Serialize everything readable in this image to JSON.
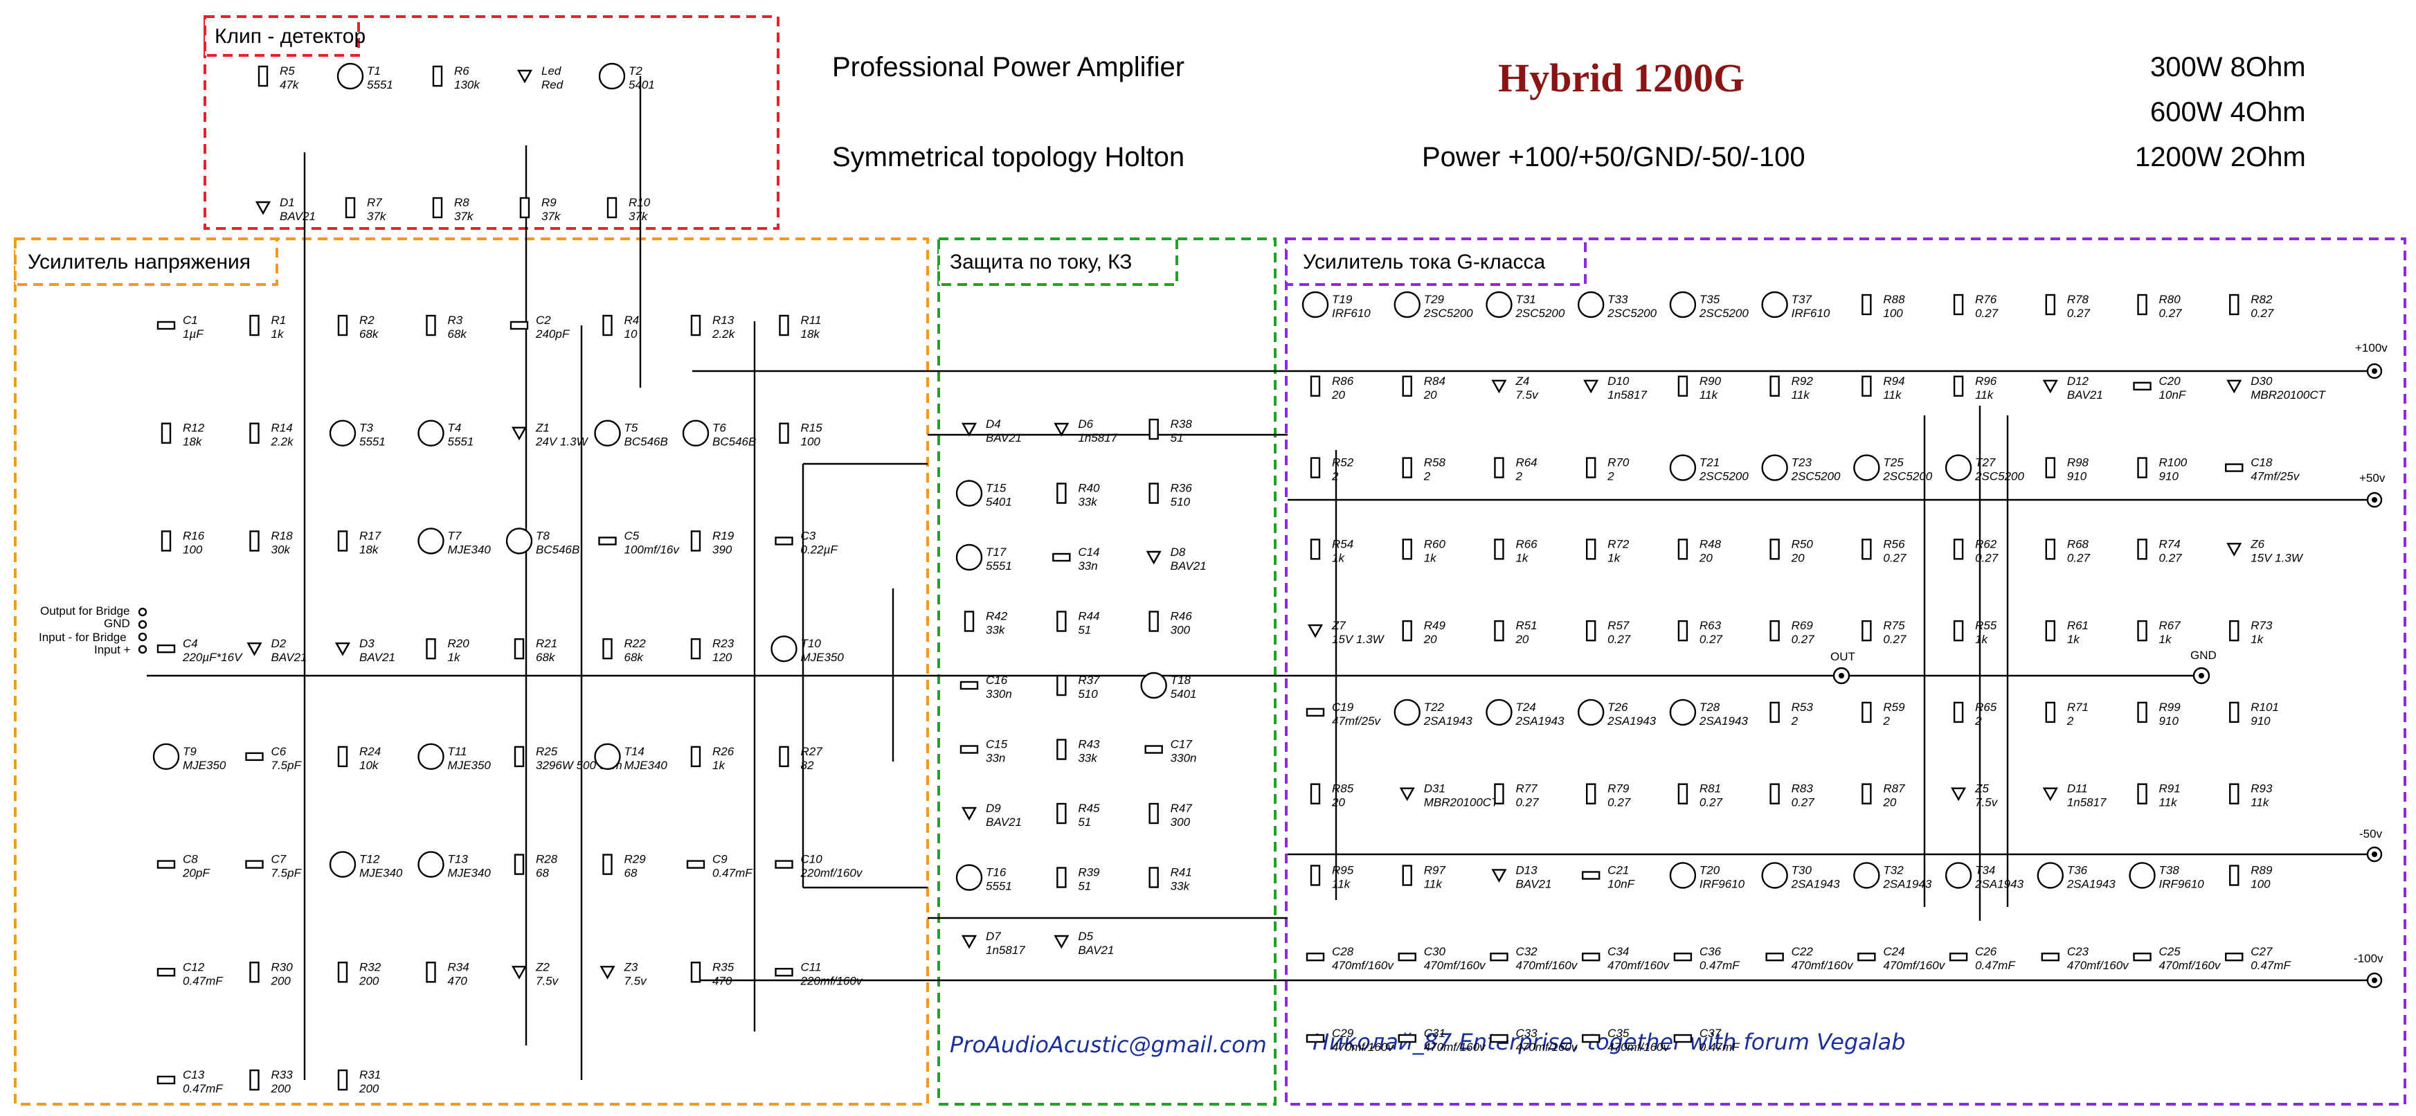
{
  "header": {
    "line1": "Professional Power Amplifier",
    "line2": "Symmetrical topology Holton",
    "title": "Hybrid 1200G",
    "power": "Power +100/+50/GND/-50/-100",
    "ratings": [
      "300W 8Ohm",
      "600W 4Ohm",
      "1200W 2Ohm"
    ]
  },
  "blocks": {
    "clip": "Клип - детектор",
    "vamp": "Усилитель напряжения",
    "prot": "Защита по току, КЗ",
    "camp": "Усилитель тока G-класса"
  },
  "footer": {
    "email": "ProAudioAcustic@gmail.com",
    "credit": "Николай_87 Enterprise, together with forum Vegalab"
  },
  "inputs": [
    "Output for Bridge",
    "GND",
    "Input - for Bridge",
    "Input +"
  ],
  "rails": [
    "+100v",
    "+50v",
    "GND",
    "-50v",
    "-100v"
  ],
  "out_label": "OUT",
  "colors": {
    "clip_frame": "#e8212a",
    "vamp_frame": "#f29a1f",
    "prot_frame": "#21a12a",
    "camp_frame": "#8a2be2",
    "title": "#8b1515",
    "rating_hi": "#e8212a",
    "email": "#1a2f9c"
  },
  "labels": {
    "clip": [
      [
        "R5",
        "47k"
      ],
      [
        "T1",
        "5551"
      ],
      [
        "R6",
        "130k"
      ],
      [
        "Led",
        "Red"
      ],
      [
        "T2",
        "5401"
      ],
      [
        "D1",
        "BAV21"
      ],
      [
        "R7",
        "37k"
      ],
      [
        "R8",
        "37k"
      ],
      [
        "R9",
        "37k"
      ],
      [
        "R10",
        "37k"
      ]
    ],
    "vamp": [
      [
        "C1",
        "1µF"
      ],
      [
        "R1",
        "1k"
      ],
      [
        "R2",
        "68k"
      ],
      [
        "R3",
        "68k"
      ],
      [
        "C2",
        "240pF"
      ],
      [
        "R4",
        "10"
      ],
      [
        "R13",
        "2.2k"
      ],
      [
        "R11",
        "18k"
      ],
      [
        "R12",
        "18k"
      ],
      [
        "R14",
        "2.2k"
      ],
      [
        "T3",
        "5551"
      ],
      [
        "T4",
        "5551"
      ],
      [
        "Z1",
        "24V 1.3W"
      ],
      [
        "T5",
        "BC546B"
      ],
      [
        "T6",
        "BC546B"
      ],
      [
        "R15",
        "100"
      ],
      [
        "R16",
        "100"
      ],
      [
        "R18",
        "30k"
      ],
      [
        "R17",
        "18k"
      ],
      [
        "T7",
        "MJE340"
      ],
      [
        "T8",
        "BC546B"
      ],
      [
        "C5",
        "100mf/16v"
      ],
      [
        "R19",
        "390"
      ],
      [
        "C3",
        "0.22µF"
      ],
      [
        "C4",
        "220µF*16V"
      ],
      [
        "D2",
        "BAV21"
      ],
      [
        "D3",
        "BAV21"
      ],
      [
        "R20",
        "1k"
      ],
      [
        "R21",
        "68k"
      ],
      [
        "R22",
        "68k"
      ],
      [
        "R23",
        "120"
      ],
      [
        "T10",
        "MJE350"
      ],
      [
        "T9",
        "MJE350"
      ],
      [
        "C6",
        "7.5pF"
      ],
      [
        "R24",
        "10k"
      ],
      [
        "T11",
        "MJE350"
      ],
      [
        "R25",
        "3296W 500 ohm"
      ],
      [
        "T14",
        "MJE340"
      ],
      [
        "R26",
        "1k"
      ],
      [
        "R27",
        "82"
      ],
      [
        "C8",
        "20pF"
      ],
      [
        "C7",
        "7.5pF"
      ],
      [
        "T12",
        "MJE340"
      ],
      [
        "T13",
        "MJE340"
      ],
      [
        "R28",
        "68"
      ],
      [
        "R29",
        "68"
      ],
      [
        "C9",
        "0.47mF"
      ],
      [
        "C10",
        "220mf/160v"
      ],
      [
        "C12",
        "0.47mF"
      ],
      [
        "R30",
        "200"
      ],
      [
        "R32",
        "200"
      ],
      [
        "R34",
        "470"
      ],
      [
        "Z2",
        "7.5v"
      ],
      [
        "Z3",
        "7.5v"
      ],
      [
        "R35",
        "470"
      ],
      [
        "C11",
        "220mf/160v"
      ],
      [
        "C13",
        "0.47mF"
      ],
      [
        "R33",
        "200"
      ],
      [
        "R31",
        "200"
      ]
    ],
    "prot": [
      [
        "D4",
        "BAV21"
      ],
      [
        "D6",
        "1n5817"
      ],
      [
        "R38",
        "51"
      ],
      [
        "T15",
        "5401"
      ],
      [
        "R40",
        "33k"
      ],
      [
        "R36",
        "510"
      ],
      [
        "T17",
        "5551"
      ],
      [
        "C14",
        "33n"
      ],
      [
        "D8",
        "BAV21"
      ],
      [
        "R42",
        "33k"
      ],
      [
        "R44",
        "51"
      ],
      [
        "R46",
        "300"
      ],
      [
        "C16",
        "330n"
      ],
      [
        "R37",
        "510"
      ],
      [
        "T18",
        "5401"
      ],
      [
        "C15",
        "33n"
      ],
      [
        "R43",
        "33k"
      ],
      [
        "C17",
        "330n"
      ],
      [
        "D9",
        "BAV21"
      ],
      [
        "R45",
        "51"
      ],
      [
        "R47",
        "300"
      ],
      [
        "T16",
        "5551"
      ],
      [
        "R39",
        "51"
      ],
      [
        "R41",
        "33k"
      ],
      [
        "D7",
        "1n5817"
      ],
      [
        "D5",
        "BAV21"
      ]
    ],
    "camp": [
      [
        "T19",
        "IRF610"
      ],
      [
        "T29",
        "2SC5200"
      ],
      [
        "T31",
        "2SC5200"
      ],
      [
        "T33",
        "2SC5200"
      ],
      [
        "T35",
        "2SC5200"
      ],
      [
        "T37",
        "IRF610"
      ],
      [
        "R88",
        "100"
      ],
      [
        "R76",
        "0.27"
      ],
      [
        "R78",
        "0.27"
      ],
      [
        "R80",
        "0.27"
      ],
      [
        "R82",
        "0.27"
      ],
      [
        "R86",
        "20"
      ],
      [
        "R84",
        "20"
      ],
      [
        "Z4",
        "7.5v"
      ],
      [
        "D10",
        "1n5817"
      ],
      [
        "R90",
        "11k"
      ],
      [
        "R92",
        "11k"
      ],
      [
        "R94",
        "11k"
      ],
      [
        "R96",
        "11k"
      ],
      [
        "D12",
        "BAV21"
      ],
      [
        "C20",
        "10nF"
      ],
      [
        "D30",
        "MBR20100CT"
      ],
      [
        "R52",
        "2"
      ],
      [
        "R58",
        "2"
      ],
      [
        "R64",
        "2"
      ],
      [
        "R70",
        "2"
      ],
      [
        "T21",
        "2SC5200"
      ],
      [
        "T23",
        "2SC5200"
      ],
      [
        "T25",
        "2SC5200"
      ],
      [
        "T27",
        "2SC5200"
      ],
      [
        "R98",
        "910"
      ],
      [
        "R100",
        "910"
      ],
      [
        "C18",
        "47mf/25v"
      ],
      [
        "R54",
        "1k"
      ],
      [
        "R60",
        "1k"
      ],
      [
        "R66",
        "1k"
      ],
      [
        "R72",
        "1k"
      ],
      [
        "R48",
        "20"
      ],
      [
        "R50",
        "20"
      ],
      [
        "R56",
        "0.27"
      ],
      [
        "R62",
        "0.27"
      ],
      [
        "R68",
        "0.27"
      ],
      [
        "R74",
        "0.27"
      ],
      [
        "Z6",
        "15V 1.3W"
      ],
      [
        "Z7",
        "15V 1.3W"
      ],
      [
        "R49",
        "20"
      ],
      [
        "R51",
        "20"
      ],
      [
        "R57",
        "0.27"
      ],
      [
        "R63",
        "0.27"
      ],
      [
        "R69",
        "0.27"
      ],
      [
        "R75",
        "0.27"
      ],
      [
        "R55",
        "1k"
      ],
      [
        "R61",
        "1k"
      ],
      [
        "R67",
        "1k"
      ],
      [
        "R73",
        "1k"
      ],
      [
        "C19",
        "47mf/25v"
      ],
      [
        "T22",
        "2SA1943"
      ],
      [
        "T24",
        "2SA1943"
      ],
      [
        "T26",
        "2SA1943"
      ],
      [
        "T28",
        "2SA1943"
      ],
      [
        "R53",
        "2"
      ],
      [
        "R59",
        "2"
      ],
      [
        "R65",
        "2"
      ],
      [
        "R71",
        "2"
      ],
      [
        "R99",
        "910"
      ],
      [
        "R101",
        "910"
      ],
      [
        "R85",
        "20"
      ],
      [
        "D31",
        "MBR20100CT"
      ],
      [
        "R77",
        "0.27"
      ],
      [
        "R79",
        "0.27"
      ],
      [
        "R81",
        "0.27"
      ],
      [
        "R83",
        "0.27"
      ],
      [
        "R87",
        "20"
      ],
      [
        "Z5",
        "7.5v"
      ],
      [
        "D11",
        "1n5817"
      ],
      [
        "R91",
        "11k"
      ],
      [
        "R93",
        "11k"
      ],
      [
        "R95",
        "11k"
      ],
      [
        "R97",
        "11k"
      ],
      [
        "D13",
        "BAV21"
      ],
      [
        "C21",
        "10nF"
      ],
      [
        "T20",
        "IRF9610"
      ],
      [
        "T30",
        "2SA1943"
      ],
      [
        "T32",
        "2SA1943"
      ],
      [
        "T34",
        "2SA1943"
      ],
      [
        "T36",
        "2SA1943"
      ],
      [
        "T38",
        "IRF9610"
      ],
      [
        "R89",
        "100"
      ],
      [
        "C28",
        "470mf/160v"
      ],
      [
        "C30",
        "470mf/160v"
      ],
      [
        "C32",
        "470mf/160v"
      ],
      [
        "C34",
        "470mf/160v"
      ],
      [
        "C36",
        "0.47mF"
      ],
      [
        "C22",
        "470mf/160v"
      ],
      [
        "C24",
        "470mf/160v"
      ],
      [
        "C26",
        "0.47mF"
      ],
      [
        "C23",
        "470mf/160v"
      ],
      [
        "C25",
        "470mf/160v"
      ],
      [
        "C27",
        "0.47mF"
      ],
      [
        "C29",
        "470mf/160v"
      ],
      [
        "C31",
        "470mf/160v"
      ],
      [
        "C33",
        "470mf/160v"
      ],
      [
        "C35",
        "470mf/160v"
      ],
      [
        "C37",
        "0.47mF"
      ]
    ]
  }
}
